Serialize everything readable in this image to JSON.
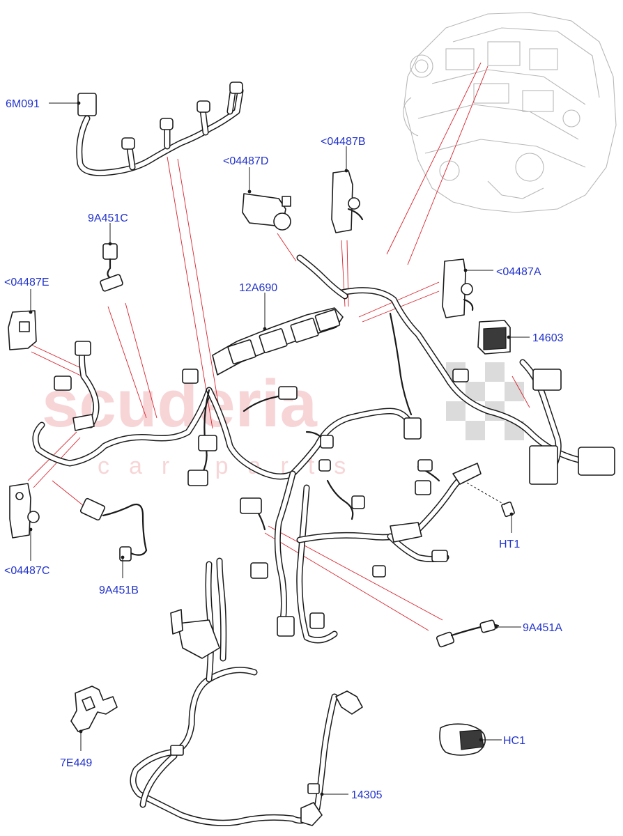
{
  "watermark": {
    "main": "scuderia",
    "sub": "car parts"
  },
  "callouts": [
    {
      "id": "6M091",
      "label": "6M091"
    },
    {
      "id": "04487B",
      "label": "<04487B"
    },
    {
      "id": "04487D",
      "label": "<04487D"
    },
    {
      "id": "9A451C",
      "label": "9A451C"
    },
    {
      "id": "04487E",
      "label": "<04487E"
    },
    {
      "id": "12A690",
      "label": "12A690"
    },
    {
      "id": "04487A",
      "label": "<04487A"
    },
    {
      "id": "14603",
      "label": "14603"
    },
    {
      "id": "04487C",
      "label": "<04487C"
    },
    {
      "id": "9A451B",
      "label": "9A451B"
    },
    {
      "id": "HT1",
      "label": "HT1"
    },
    {
      "id": "9A451A",
      "label": "9A451A"
    },
    {
      "id": "7E449",
      "label": "7E449"
    },
    {
      "id": "HC1",
      "label": "HC1"
    },
    {
      "id": "14305",
      "label": "14305"
    }
  ]
}
